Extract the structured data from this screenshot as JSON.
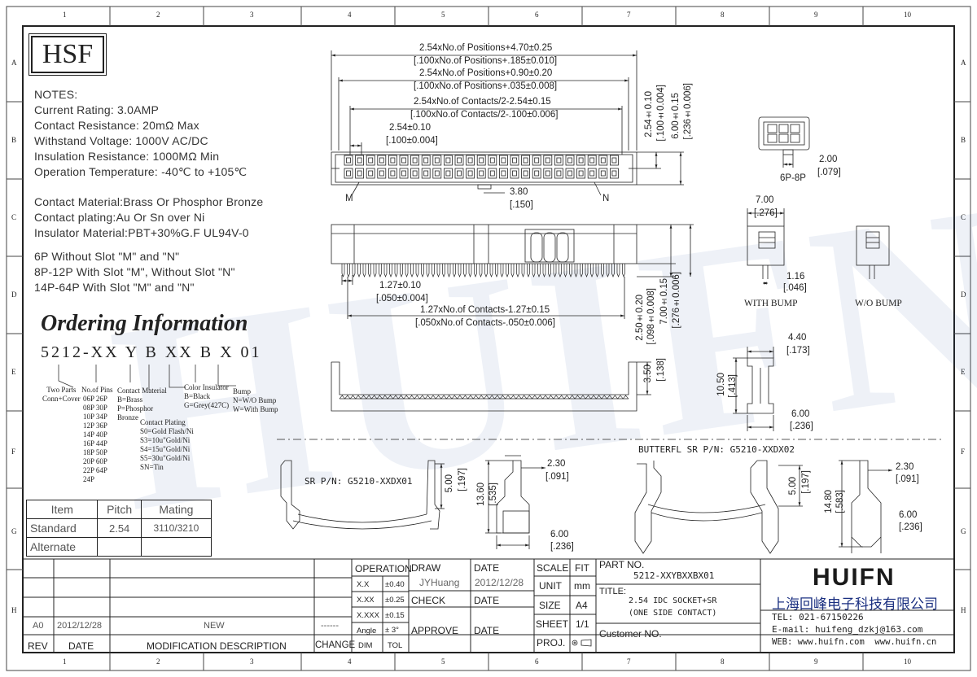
{
  "logo_box": "HSF",
  "notes": {
    "title": "NOTES:",
    "lines": [
      "Current Rating: 3.0AMP",
      "Contact Resistance: 20mΩ Max",
      "Withstand Voltage: 1000V AC/DC",
      "Insulation Resistance: 1000MΩ Min",
      "Operation Temperature: -40℃ to +105℃"
    ],
    "material_lines": [
      "Contact Material:Brass Or Phosphor Bronze",
      "Contact plating:Au Or Sn over Ni",
      "Insulator Material:PBT+30%G.F UL94V-0"
    ],
    "slot_lines": [
      "6P Without Slot \"M\" and \"N\"",
      "8P-12P With Slot \"M\", Without Slot \"N\"",
      "14P-64P With Slot \"M\" and \"N\""
    ]
  },
  "ordering": {
    "title": "Ordering Information",
    "code": "5212-XX Y B XX B X 01",
    "two_parts": [
      "Two Parts",
      "Conn+Cover"
    ],
    "pins_title": "No.of Pins",
    "pins": [
      "06P 26P",
      "08P 30P",
      "10P 34P",
      "12P 36P",
      "14P 40P",
      "16P 44P",
      "18P 50P",
      "20P 60P",
      "22P 64P",
      "24P"
    ],
    "contact_material": [
      "Contact Material",
      "B=Brass",
      "P=Phosphor",
      "Bronze"
    ],
    "contact_plating": [
      "Contact Plating",
      "S0=Gold Flash/Ni",
      "S3=10u\"Gold/Ni",
      "S4=15u\"Gold/Ni",
      "S5=30u\"Gold/Ni",
      "SN=Tin"
    ],
    "color_insulator": [
      "Color Insulator",
      "B=Black",
      "G=Grey(427C)"
    ],
    "bump": [
      "Bump",
      "N=W/O Bump",
      "W=With Bump"
    ]
  },
  "pitch_table": {
    "headers": [
      "Item",
      "Pitch",
      "Mating"
    ],
    "rows": [
      [
        "Standard",
        "2.54",
        "3110/3210"
      ],
      [
        "Alternate",
        "",
        ""
      ]
    ]
  },
  "dims": {
    "d1a": "2.54xNo.of Positions+4.70±0.25",
    "d1b": "[.100xNo.of Positions+.185±0.010]",
    "d2a": "2.54xNo.of Positions+0.90±0.20",
    "d2b": "[.100xNo.of Positions+.035±0.008]",
    "d3a": "2.54xNo.of Contacts/2-2.54±0.15",
    "d3b": "[.100xNo.of Contacts/2-.100±0.006]",
    "d4a": "2.54±0.10",
    "d4b": "[.100±0.004]",
    "m_label": "M",
    "n_label": "N",
    "d5a": "3.80",
    "d5b": "[.150]",
    "v1a": "2.54±0.10",
    "v1b": "[.100±0.004]",
    "v2a": "6.00±0.15",
    "v2b": "[.236±0.006]",
    "d6a": "1.27±0.10",
    "d6b": "[.050±0.004]",
    "d7a": "1.27xNo.of Contacts-1.27±0.15",
    "d7b": "[.050xNo.of Contacts-.050±0.006]",
    "v3a": "2.50±0.20",
    "v3b": "[.098±0.008]",
    "v4a": "7.00±0.15",
    "v4b": "[.276±0.006]",
    "v5a": "3.50",
    "v5b": "[.138]",
    "p6_label": "6P-8P",
    "d8a": "2.00",
    "d8b": "[.079]",
    "d9a": "7.00",
    "d9b": "[.276]",
    "d10a": "1.16",
    "d10b": "[.046]",
    "with_bump": "WITH BUMP",
    "wo_bump": "W/O BUMP",
    "d11a": "4.40",
    "d11b": "[.173]",
    "v6a": "10.50",
    "v6b": "[.413]",
    "d12a": "6.00",
    "d12b": "[.236]",
    "sr_label": "SR P/N: G5210-XXDX01",
    "v7a": "5.00",
    "v7b": "[.197]",
    "v8a": "13.60",
    "v8b": "[.535]",
    "d13a": "2.30",
    "d13b": "[.091]",
    "d14a": "6.00",
    "d14b": "[.236]",
    "butterfly_label": "BUTTERFL SR P/N: G5210-XXDX02",
    "v9a": "5.00",
    "v9b": "[.197]",
    "v10a": "14.80",
    "v10b": "[.583]",
    "d15a": "2.30",
    "d15b": "[.091]",
    "d16a": "6.00",
    "d16b": "[.236]"
  },
  "grid": {
    "cols": [
      "1",
      "2",
      "3",
      "4",
      "5",
      "6",
      "7",
      "8",
      "9",
      "10"
    ],
    "rows": [
      "A",
      "B",
      "C",
      "D",
      "E",
      "F",
      "G",
      "H"
    ]
  },
  "title_block": {
    "rev_hdr": "REV",
    "date_hdr": "DATE",
    "mod_hdr": "MODIFICATION DESCRIPTION",
    "change_hdr": "CHANGE",
    "rev_val": "A0",
    "date_val": "2012/12/28",
    "mod_val": "NEW",
    "change_val": "------",
    "operation": "OPERATION",
    "tol": [
      [
        "X.X",
        "±0.40"
      ],
      [
        "X.XX",
        "±0.25"
      ],
      [
        "X.XXX",
        "±0.15"
      ],
      [
        "Angle",
        "± 3°"
      ]
    ],
    "dim": "DIM",
    "tol_hdr": "TOL",
    "draw": "DRAW",
    "draw_name": "JYHuang",
    "check": "CHECK",
    "approve": "APPROVE",
    "date_lbl": "DATE",
    "draw_date": "2012/12/28",
    "scale": "SCALE",
    "fit": "FIT",
    "unit": "UNIT",
    "mm": "mm",
    "size": "SIZE",
    "a4": "A4",
    "sheet": "SHEET",
    "sheet_val": "1/1",
    "proj": "PROJ.",
    "part_no_lbl": "PART NO.",
    "part_no": "5212-XXYBXXBX01",
    "title_lbl": "TITLE:",
    "title_1": "2.54 IDC SOCKET+SR",
    "title_2": "(ONE SIDE CONTACT)",
    "customer": "Customer NO.",
    "brand": "HUIFN",
    "company": "上海回峰电子科技有限公司",
    "tel": "TEL: 021-67150226",
    "email": "E-mail: huifeng_dzkj@163.com",
    "web": "WEB: www.huifn.com  www.huifn.cn"
  },
  "watermark": "HUIFN"
}
